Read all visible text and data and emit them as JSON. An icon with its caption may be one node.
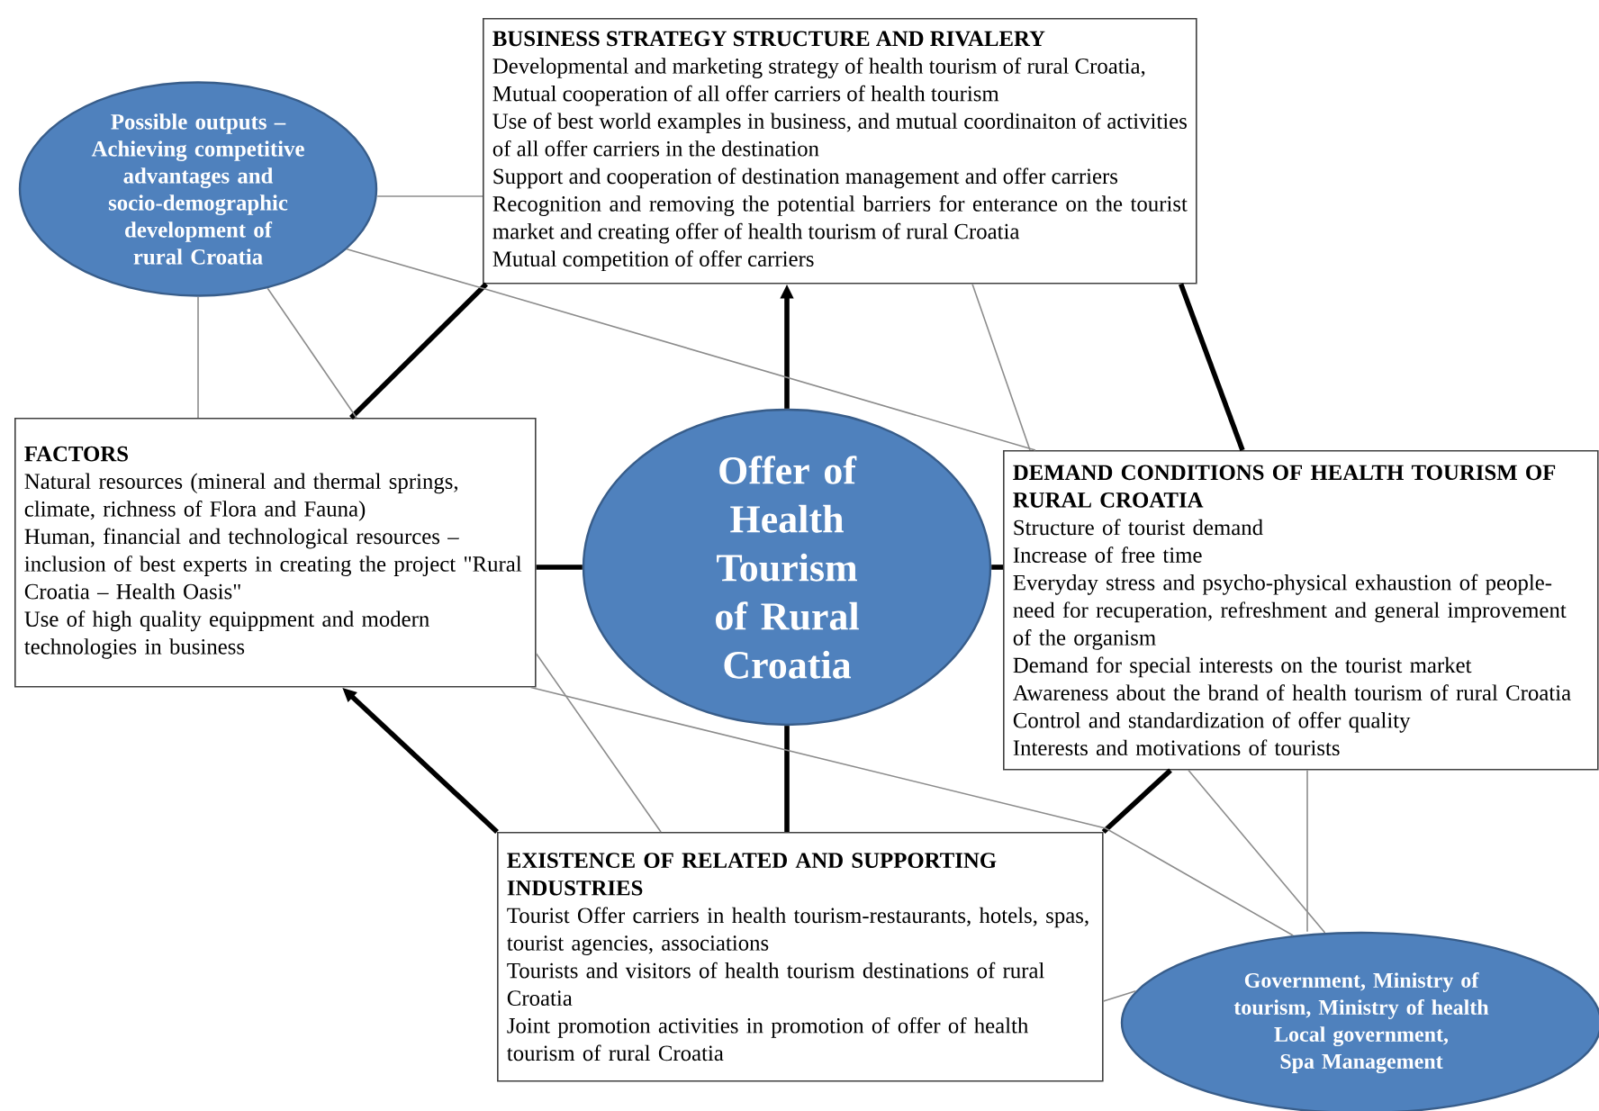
{
  "diagram": {
    "nodes": [
      {
        "text": [
          "Possible outputs – Achieving competitive advantages and socio-demographic development of rural Croatia"
        ]
      },
      {
        "text": [
          "BUSINESS STRATEGY STRUCTURE AND RIVALERY",
          "Developmental and marketing strategy of health tourism of rural Croatia,",
          "Mutual cooperation of all offer carriers of health tourism",
          "Use of best world examples in business, and mutual coordinaiton of activities of all offer carriers in the destination",
          "Support and cooperation of destination management and offer carriers",
          "Recognition and removing the potential barriers for enterance on the tourist market and creating offer of health tourism of rural Croatia",
          "Mutual competition of offer carriers"
        ]
      },
      {
        "text": [
          "FACTORS",
          "Natural resources (mineral and thermal springs, climate, richness of Flora and Fauna)",
          "Human, financial and technological resources – inclusion of best experts in creating the project \"Rural Croatia – Health Oasis\"",
          "Use of high quality equippment and modern technologies in business"
        ]
      },
      {
        "text": [
          "Offer of Health Tourism of Rural Croatia"
        ]
      },
      {
        "text": [
          "DEMAND CONDITIONS OF HEALTH TOURISM OF RURAL CROATIA",
          "Structure of tourist demand",
          "Increase of free time",
          "Everyday stress and psycho-physical exhaustion of people- need for recuperation, refreshment and general improvement of the organism",
          "Demand for special interests on the tourist market",
          "Awareness about the brand of health tourism of rural Croatia",
          "Control and standardization of offer quality",
          "Interests and motivations of tourists"
        ]
      },
      {
        "text": [
          "EXISTENCE OF RELATED AND SUPPORTING INDUSTRIES",
          "Tourist Offer carriers in health tourism-restaurants, hotels, spas, tourist agencies, associations",
          "Tourists and visitors of health tourism destinations of rural Croatia",
          "Joint promotion activities in promotion of offer of health tourism of rural Croatia"
        ]
      },
      {
        "text": [
          "Government, Ministry of tourism, Ministry of health",
          "Local government, Spa Management"
        ]
      }
    ],
    "edges": [
      {
        "from": 3,
        "to": 1,
        "arrow": "to",
        "style": "thick",
        "color": "#000000"
      },
      {
        "from": 1,
        "to": 4,
        "arrow": "none",
        "style": "thick",
        "color": "#000000"
      },
      {
        "from": 1,
        "to": 2,
        "arrow": "none",
        "style": "thick",
        "color": "#000000"
      },
      {
        "from": 3,
        "to": 2,
        "arrow": "none",
        "style": "thick",
        "color": "#000000"
      },
      {
        "from": 3,
        "to": 4,
        "arrow": "none",
        "style": "thick",
        "color": "#000000"
      },
      {
        "from": 3,
        "to": 5,
        "arrow": "none",
        "style": "thick",
        "color": "#000000"
      },
      {
        "from": 5,
        "to": 2,
        "arrow": "to",
        "style": "thick",
        "color": "#000000"
      },
      {
        "from": 5,
        "to": 4,
        "arrow": "none",
        "style": "thick",
        "color": "#000000"
      },
      {
        "from": 0,
        "to": 1,
        "arrow": "none"
      },
      {
        "from": 0,
        "to": 4,
        "arrow": "none"
      },
      {
        "from": 1,
        "to": 4,
        "arrow": "none"
      },
      {
        "from": 0,
        "to": 2,
        "arrow": "none"
      },
      {
        "from": 0,
        "to": 2,
        "arrow": "none"
      },
      {
        "from": 2,
        "to": 5,
        "arrow": "none"
      },
      {
        "from": 2,
        "to": 6,
        "arrow": "none"
      },
      {
        "from": 5,
        "to": 6,
        "arrow": "none"
      },
      {
        "from": 4,
        "to": 6,
        "arrow": "none"
      },
      {
        "from": 4,
        "to": 6,
        "arrow": "none"
      }
    ]
  }
}
